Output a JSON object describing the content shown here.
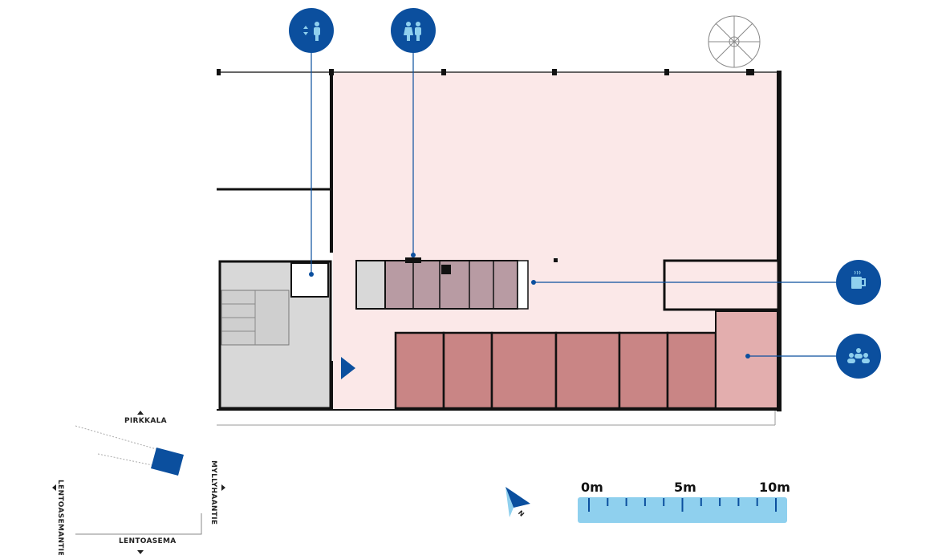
{
  "floorplan": {
    "colors": {
      "floor": "#fbe8e8",
      "room": "#c98585",
      "meeting_room": "#e3aeae",
      "core": "#d8d8d8",
      "toilets": "#b89ba3",
      "accent": "#0b4f9e",
      "accent_light": "#8fd0ee"
    },
    "poi_icons": [
      {
        "name": "elevator-icon"
      },
      {
        "name": "toilet-icon"
      },
      {
        "name": "coffee-icon"
      },
      {
        "name": "meeting-room-icon"
      }
    ]
  },
  "location_map": {
    "north_label": "PIRKKALA",
    "west_label": "LENTOASEMANTIE",
    "east_label": "MYLLYHAANTIE",
    "south_label": "LENTOASEMA"
  },
  "compass": {
    "label": "N"
  },
  "scale": {
    "labels": [
      "0m",
      "5m",
      "10m"
    ]
  }
}
